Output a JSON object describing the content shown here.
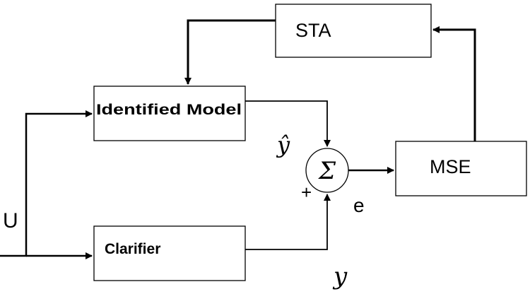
{
  "blocks": {
    "sta": "STA",
    "identified_model": "Identified Model",
    "clarifier": "Clarifier",
    "mse": "MSE"
  },
  "summing_junction": {
    "symbol": "Σ",
    "plus_sign": "+"
  },
  "signals": {
    "input": "U",
    "model_output": "ŷ",
    "plant_output": "y",
    "error": "e"
  }
}
